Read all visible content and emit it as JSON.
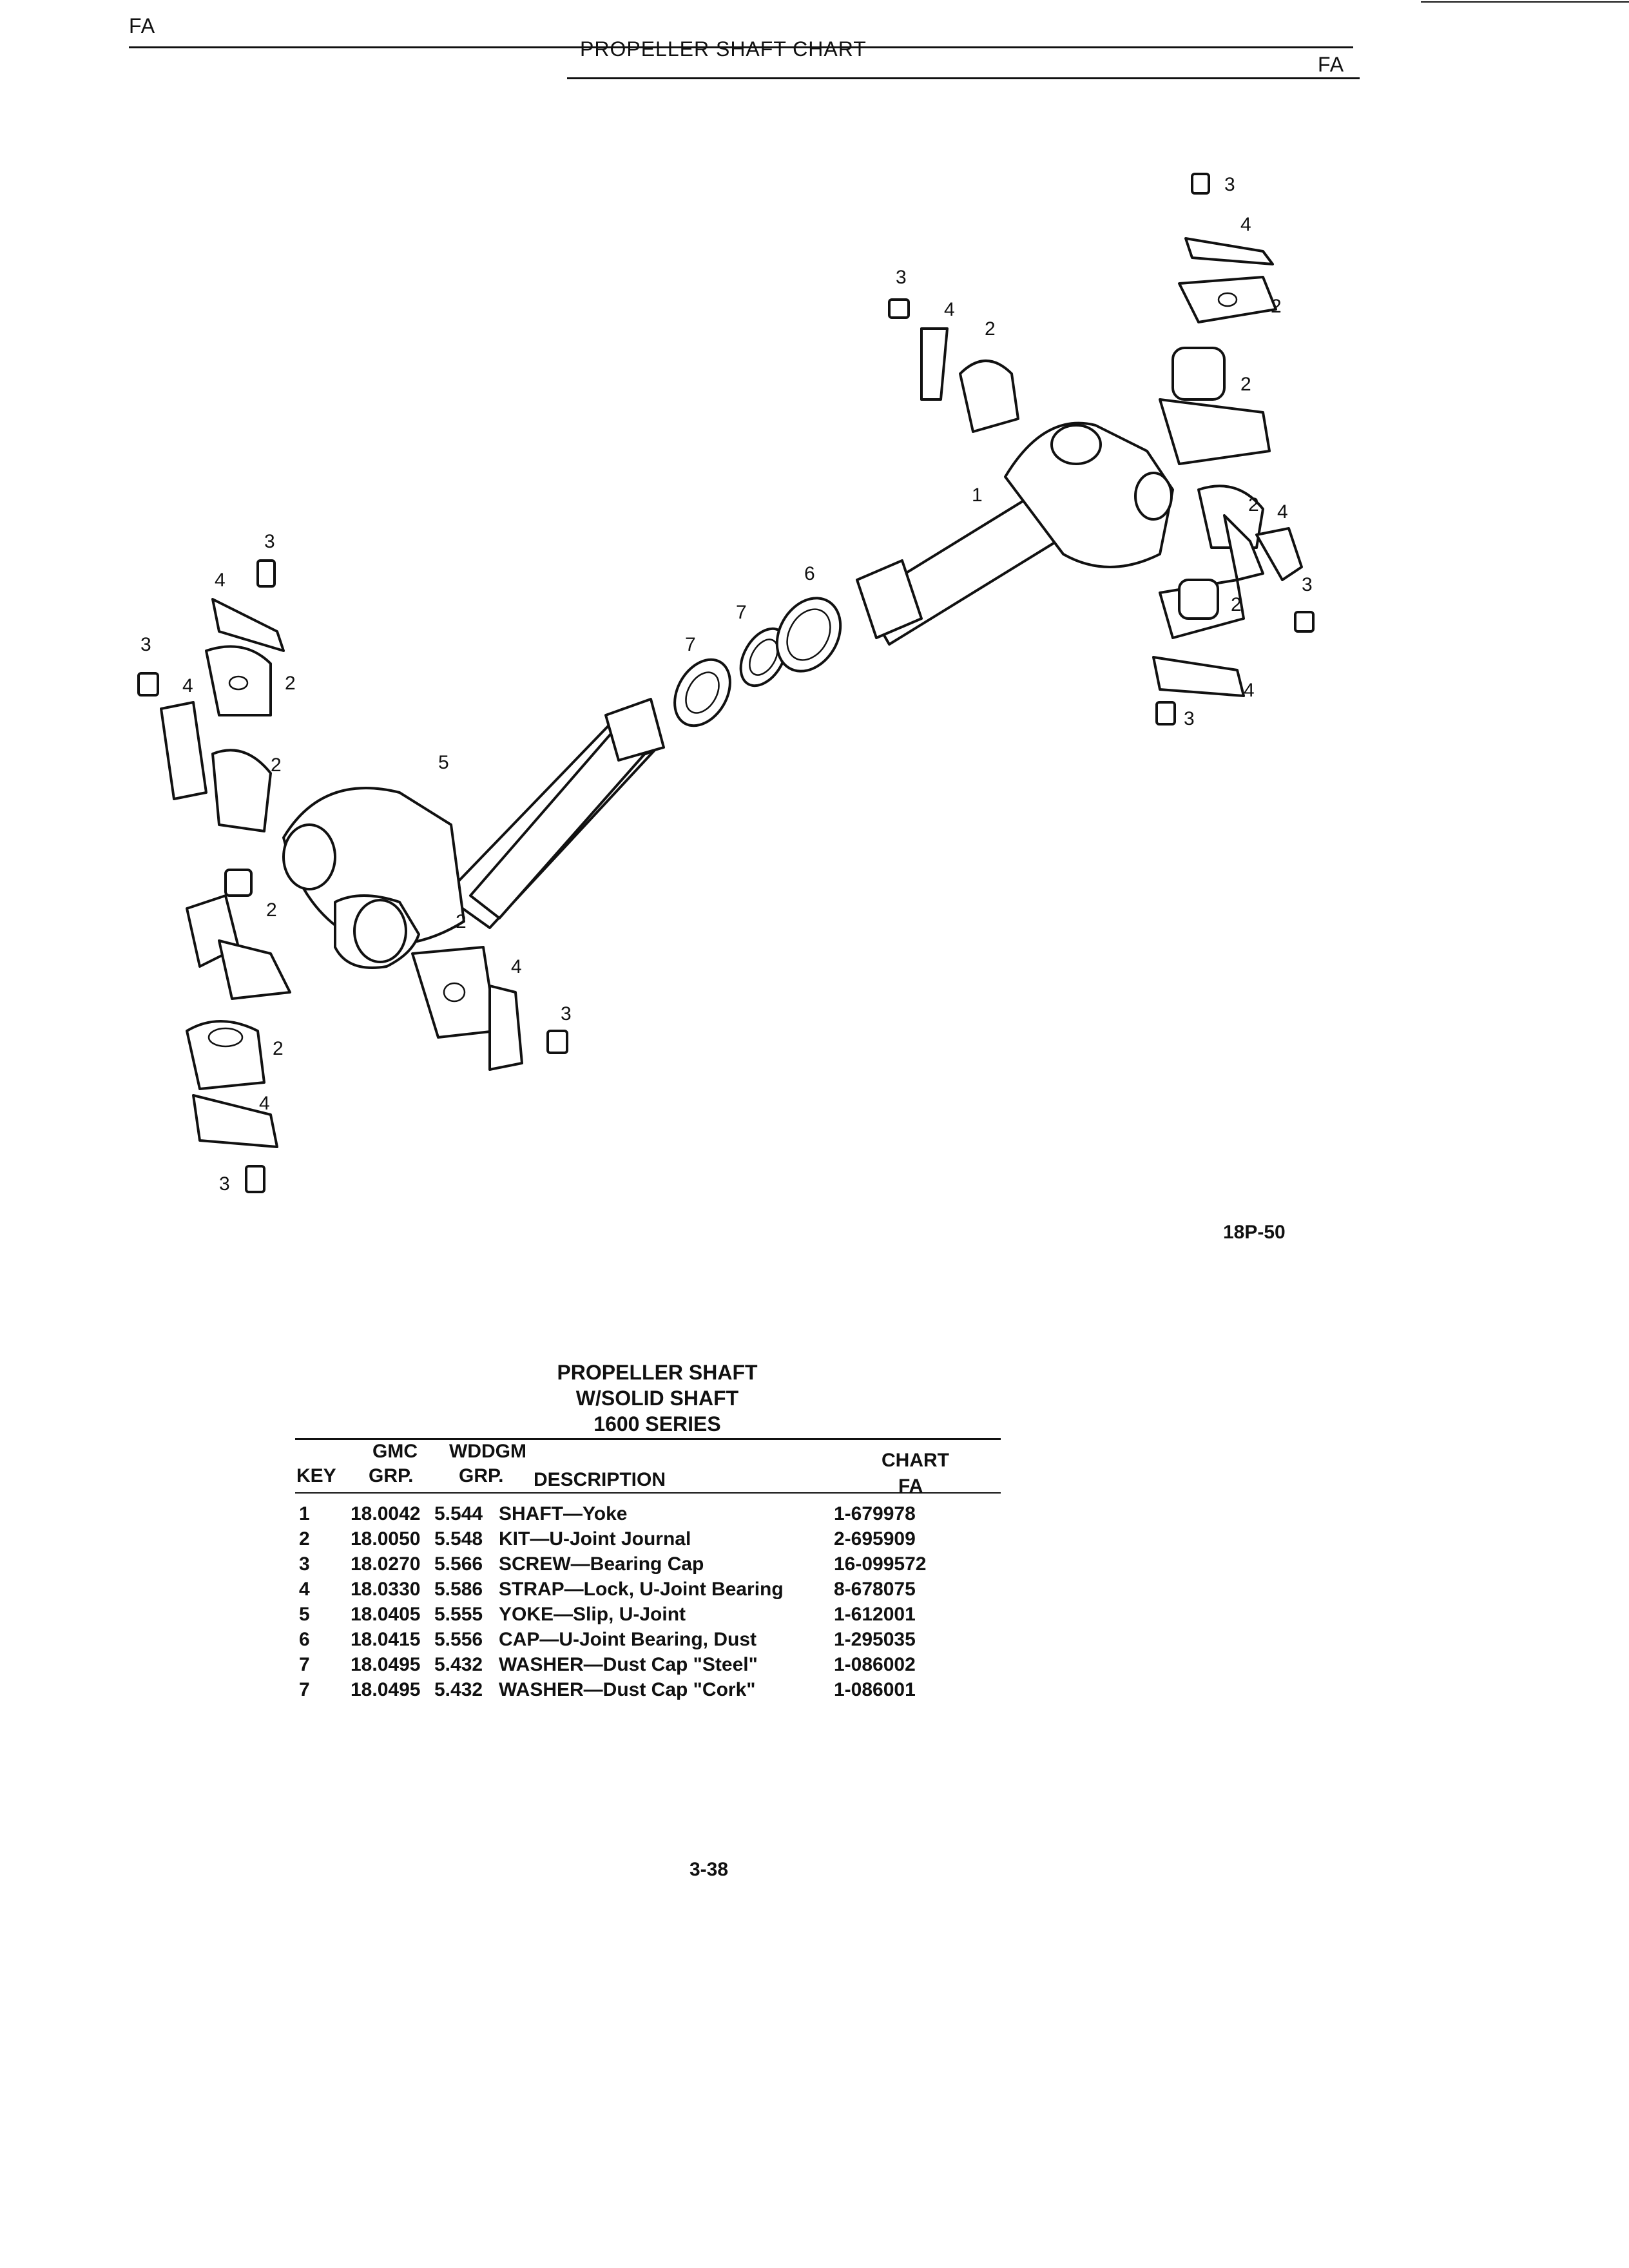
{
  "header": {
    "left_code": "FA",
    "title": "PROPELLER SHAFT CHART",
    "right_code": "FA"
  },
  "diagram": {
    "figure_id": "18P-50",
    "callouts": {
      "c1": "1",
      "c2": "2",
      "c3": "3",
      "c4": "4",
      "c5": "5",
      "c6": "6",
      "c7": "7"
    }
  },
  "table": {
    "title_line1": "PROPELLER SHAFT",
    "title_line2": "W/SOLID SHAFT",
    "title_line3": "1600 SERIES",
    "headers": {
      "gmc_top": "GMC",
      "wddgm_top": "WDDGM",
      "chart_top": "CHART",
      "key": "KEY",
      "gmc_grp": "GRP.",
      "wddgm_grp": "GRP.",
      "description": "DESCRIPTION",
      "chart_fa": "FA"
    },
    "rows": [
      {
        "key": "1",
        "gmc": "18.0042",
        "wddgm": "5.544",
        "description": "SHAFT—Yoke",
        "chart": "1-679978"
      },
      {
        "key": "2",
        "gmc": "18.0050",
        "wddgm": "5.548",
        "description": "KIT—U-Joint Journal",
        "chart": "2-695909"
      },
      {
        "key": "3",
        "gmc": "18.0270",
        "wddgm": "5.566",
        "description": "SCREW—Bearing Cap",
        "chart": "16-099572"
      },
      {
        "key": "4",
        "gmc": "18.0330",
        "wddgm": "5.586",
        "description": "STRAP—Lock, U-Joint Bearing",
        "chart": "8-678075"
      },
      {
        "key": "5",
        "gmc": "18.0405",
        "wddgm": "5.555",
        "description": "YOKE—Slip, U-Joint",
        "chart": "1-612001"
      },
      {
        "key": "6",
        "gmc": "18.0415",
        "wddgm": "5.556",
        "description": "CAP—U-Joint Bearing, Dust",
        "chart": "1-295035"
      },
      {
        "key": "7",
        "gmc": "18.0495",
        "wddgm": "5.432",
        "description": "WASHER—Dust Cap \"Steel\"",
        "chart": "1-086002"
      },
      {
        "key": "7",
        "gmc": "18.0495",
        "wddgm": "5.432",
        "description": "WASHER—Dust Cap \"Cork\"",
        "chart": "1-086001"
      }
    ]
  },
  "footer": {
    "page_number": "3-38"
  }
}
